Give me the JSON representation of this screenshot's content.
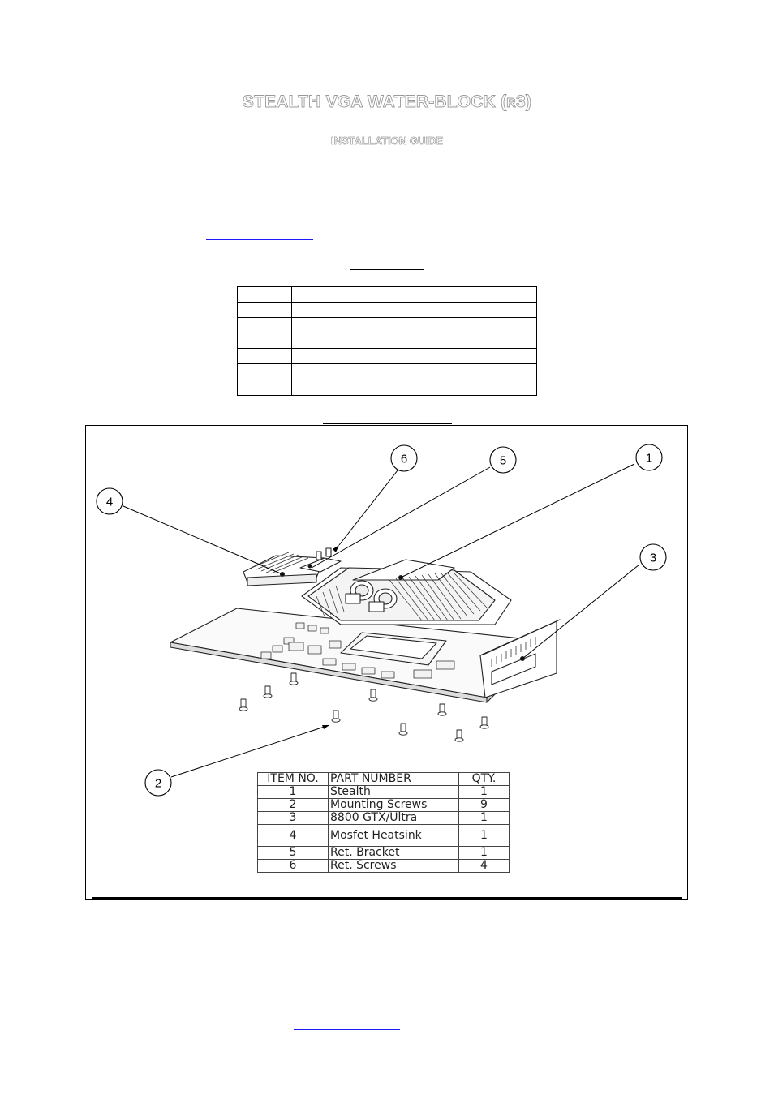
{
  "document": {
    "title_main": "STEALTH VGA WATER-BLOCK (",
    "title_small": "R",
    "title_end": "3)",
    "subtitle": "INSTALLATION GUIDE"
  },
  "parts_table": {
    "headers": {
      "item": "ITEM NO.",
      "part": "PART NUMBER",
      "qty": "QTY."
    },
    "rows": [
      {
        "item": "1",
        "part": "Stealth",
        "qty": "1"
      },
      {
        "item": "2",
        "part": "Mounting Screws",
        "qty": "9"
      },
      {
        "item": "3",
        "part": "8800 GTX/Ultra",
        "qty": "1"
      },
      {
        "item": "4",
        "part": "Mosfet Heatsink",
        "qty": "1"
      },
      {
        "item": "5",
        "part": "Ret. Bracket",
        "qty": "1"
      },
      {
        "item": "6",
        "part": "Ret. Screws",
        "qty": "4"
      }
    ]
  },
  "callouts": [
    "1",
    "2",
    "3",
    "4",
    "5",
    "6"
  ]
}
